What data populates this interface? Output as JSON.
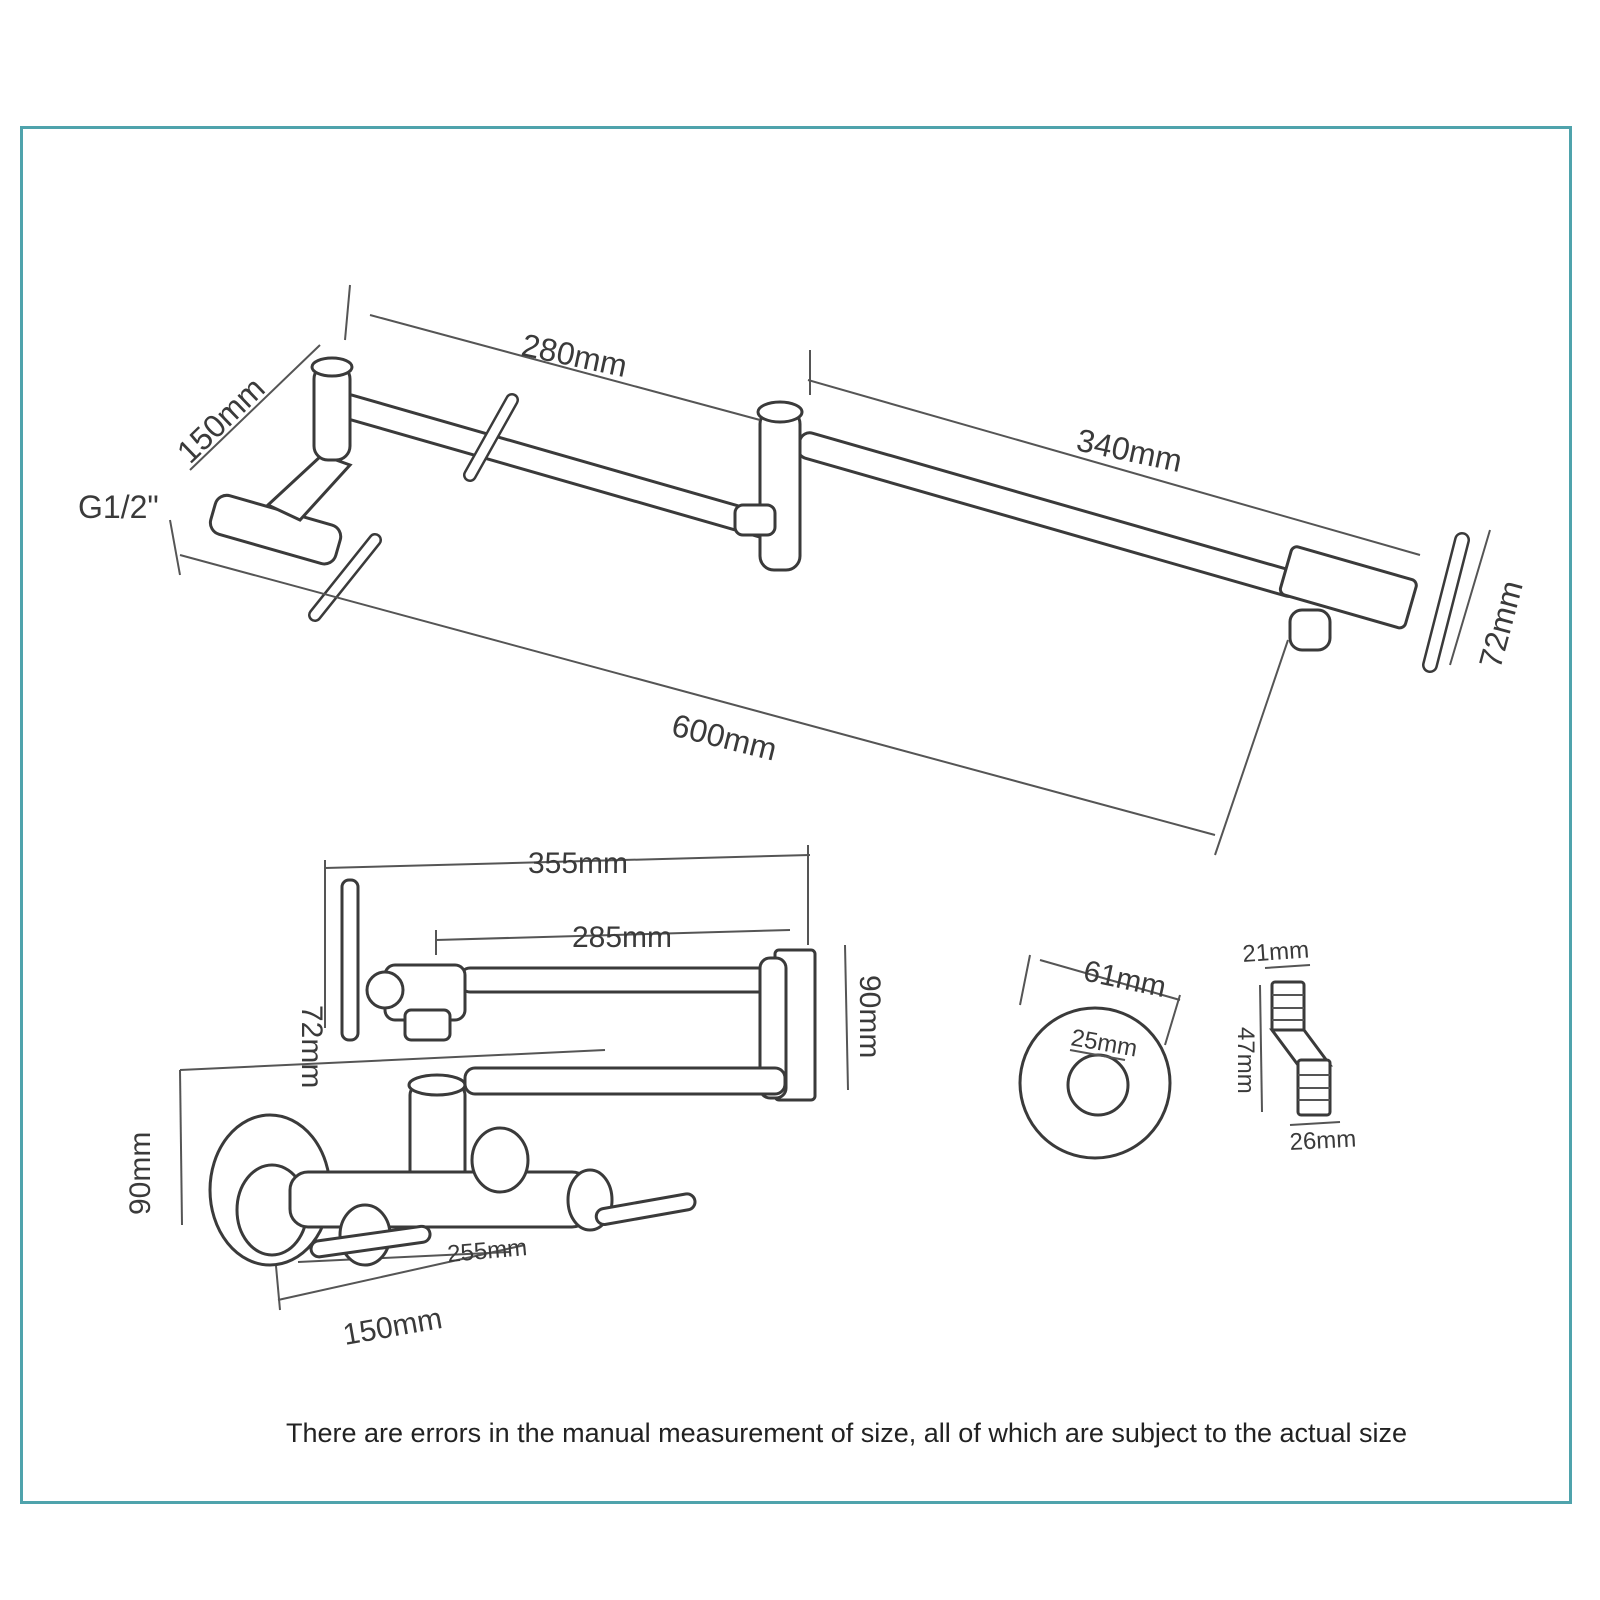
{
  "dimensions": {
    "top_view": {
      "arm1_length": "280mm",
      "arm2_length": "340mm",
      "total_length": "600mm",
      "inlet_offset": "150mm",
      "thread": "G1/2\"",
      "spout_height": "72mm"
    },
    "side_view": {
      "overall_width": "355mm",
      "arm_length": "285mm",
      "handle_height": "72mm",
      "folded_height_right": "90mm",
      "base_height_left": "90mm",
      "handle_span": "255mm",
      "inlet_spacing": "150mm"
    },
    "flange": {
      "outer_diameter": "61mm",
      "inner_diameter": "25mm"
    },
    "adapter": {
      "top_width": "21mm",
      "length": "47mm",
      "bottom_width": "26mm"
    }
  },
  "note": "There are errors in the manual measurement of size, all of which are subject to the actual size",
  "colors": {
    "frame": "#4fa3ac",
    "line": "#3a3a3a"
  }
}
